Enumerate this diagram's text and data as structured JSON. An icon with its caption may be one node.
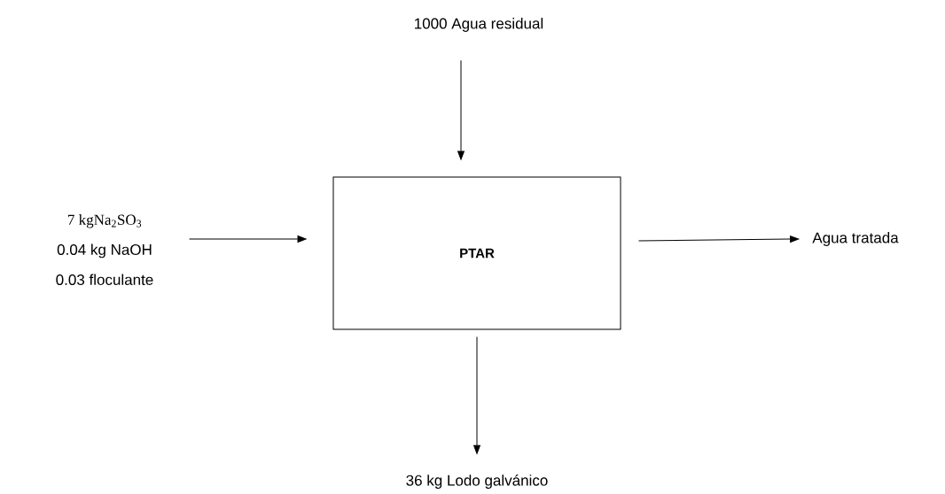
{
  "diagram": {
    "nodes": [
      {
        "text": [
          "1000 Agua residual"
        ]
      },
      {
        "text": [
          "7 kgNa$_{2}$SO$_{3}$",
          "0.04 kg NaOH",
          "0.03 floculante"
        ]
      },
      {
        "text": [
          "PTAR"
        ]
      },
      {
        "text": [
          "Agua tratada"
        ]
      },
      {
        "text": [
          "36 kg Lodo galvánico"
        ]
      }
    ],
    "edges": [
      {
        "from": 0,
        "to": 2,
        "arrow": "to"
      },
      {
        "from": 1,
        "to": 2,
        "arrow": "to"
      },
      {
        "from": 2,
        "to": 3,
        "arrow": "to"
      },
      {
        "from": 2,
        "to": 4,
        "arrow": "to"
      }
    ]
  }
}
